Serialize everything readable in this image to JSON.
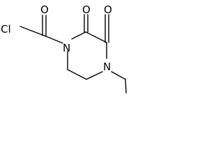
{
  "molecule": {
    "atoms": {
      "cl": "Cl",
      "o_acyl": "O",
      "o_left": "O",
      "o_right": "O",
      "n1": "N",
      "n4": "N"
    }
  }
}
